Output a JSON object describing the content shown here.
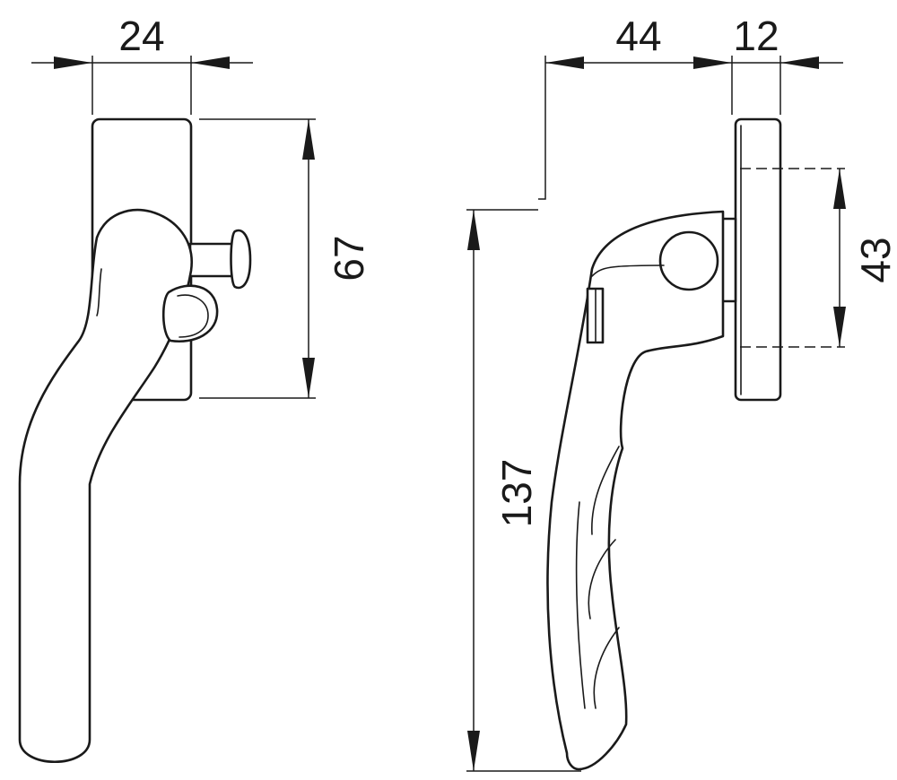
{
  "dimensions": {
    "front_width": "24",
    "front_height": "67",
    "side_projection": "44",
    "side_plate_thickness": "12",
    "side_hole_spacing": "43",
    "total_length": "137"
  }
}
